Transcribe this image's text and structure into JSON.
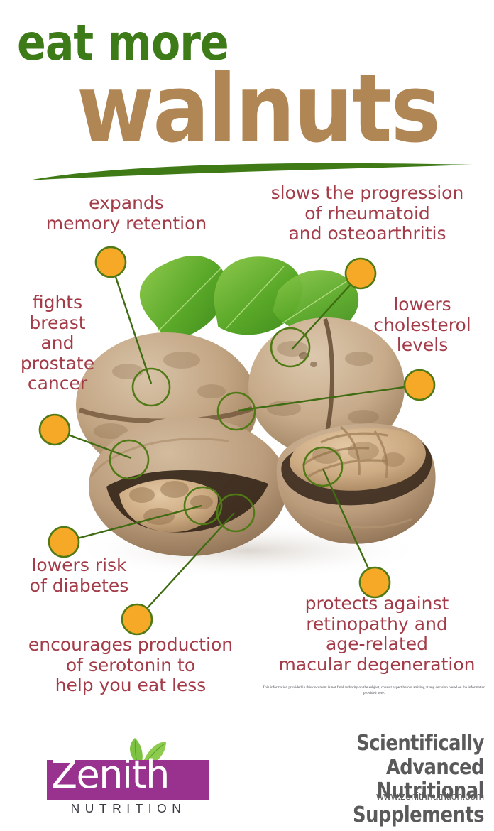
{
  "title": {
    "line1": "eat more",
    "line2": "walnuts",
    "line1_color": "#3d7a18",
    "line2_color": "#b08655"
  },
  "theme": {
    "text_color": "#a33c48",
    "dot_fill": "#f5a926",
    "dot_stroke": "#4f7a16",
    "line_color": "#3f6b13",
    "swoosh_color": "#3f7a17",
    "brand_purple": "#99328e",
    "leaf_green": "#74c043"
  },
  "callouts": [
    {
      "id": "memory",
      "text": "expands\nmemory retention"
    },
    {
      "id": "rheumatoid",
      "text": "slows the progression\nof rheumatoid\nand osteoarthritis"
    },
    {
      "id": "breast",
      "text": "fights\nbreast\nand\nprostate\ncancer"
    },
    {
      "id": "cholesterol",
      "text": "lowers\ncholesterol\nlevels"
    },
    {
      "id": "diabetes",
      "text": "lowers risk\nof diabetes"
    },
    {
      "id": "serotonin",
      "text": "encourages production\nof serotonin to\nhelp you eat less"
    },
    {
      "id": "retinopathy",
      "text": "protects against\nretinopathy and\nage-related\nmacular degeneration"
    }
  ],
  "disclaimer": "This information provided in this document is not final authority on the subject, consult expert before arriving at any decision based on the information provided here.",
  "footer": {
    "logo_name": "Zenith",
    "logo_sub": "NUTRITION",
    "tagline": "Scientifically Advanced\nNutritional Supplements",
    "website": "www.zenithnutrition.com"
  }
}
